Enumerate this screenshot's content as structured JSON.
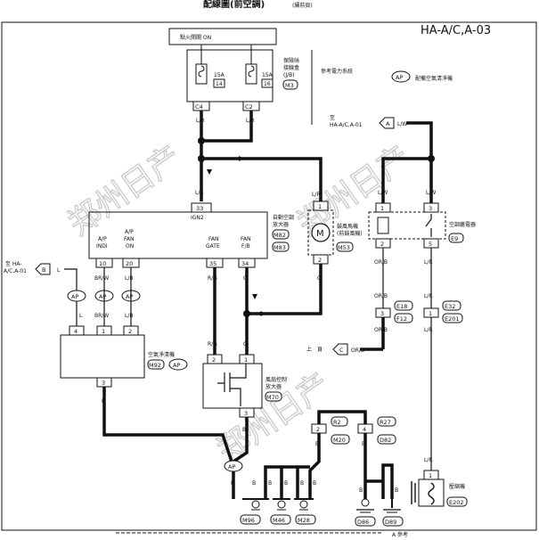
{
  "header": {
    "title": "配線圖(前空調)",
    "subtitle": "(續前頁)",
    "page_code": "HA-A/C,A-03"
  },
  "watermark": "郑州日产",
  "ignition_switch": "點火開關 ON",
  "fuse_block": {
    "label": "保險絲\n接線盒\n(J/B)",
    "code": "M3",
    "fuses": [
      {
        "amps": "15A",
        "num": "14"
      },
      {
        "amps": "15A",
        "num": "16"
      }
    ],
    "connectors": [
      "C4",
      "C2"
    ]
  },
  "power_note": "參考電力系統",
  "legend": {
    "tag": "AP",
    "text": "配備空氣清淨機"
  },
  "ref_top": {
    "text": "至\nHA-A/C,A-01",
    "tag": "A",
    "wire": "L/W"
  },
  "ref_left": {
    "text": "至 HA-\nA/C,A-01",
    "tag": "B",
    "wire": "L"
  },
  "ref_mid": {
    "text": "上　頁",
    "tag": "C",
    "wire": "OR/B"
  },
  "auto_amp": {
    "label": "自動空調\n放大器",
    "codes": [
      "M82",
      "M83"
    ],
    "ign": "IGN2",
    "pin_ign": "33",
    "pins": [
      {
        "name": "A/P\nINDI",
        "num": "10",
        "wire": "BR/W"
      },
      {
        "name": "A/P\nFAN\nON",
        "num": "20",
        "wire": "L/B"
      },
      {
        "name": "FAN\nGATE",
        "num": "35",
        "wire": "R/G"
      },
      {
        "name": "FAN\nF/B",
        "num": "34",
        "wire": "G"
      }
    ]
  },
  "blower": {
    "label": "鼓風馬機\n(前鼓風機)",
    "code": "M53",
    "pins": [
      "1",
      "2"
    ]
  },
  "relay": {
    "label": "空調繼電器",
    "code": "E9",
    "pins": [
      "1",
      "3",
      "2",
      "5"
    ]
  },
  "air_purifier": {
    "label": "空氣淨清機",
    "code": "M92",
    "pins": [
      "4",
      "1",
      "2",
      "3"
    ],
    "wires": [
      "L",
      "BR/W",
      "L/B"
    ]
  },
  "fan_ctrl": {
    "label": "風扇控制\n放大器",
    "code": "M70",
    "pins": [
      "2",
      "1",
      "3"
    ]
  },
  "connectors": {
    "e18": {
      "code": "E18",
      "pin": "3"
    },
    "f12": {
      "code": "F12",
      "pin": "3"
    },
    "e32": {
      "code": "E32",
      "pin": "1"
    },
    "e201": {
      "code": "E201",
      "pin": "1"
    },
    "r2": {
      "code": "R2",
      "pin": "2",
      "sub": "M20"
    },
    "r27": {
      "code": "R27",
      "pin": "4",
      "sub": "D82"
    }
  },
  "compressor": {
    "label": "壓縮機",
    "code": "E202",
    "pin": "1"
  },
  "grounds": [
    "M96",
    "M46",
    "M28",
    "D86",
    "D89"
  ],
  "wire_labels": {
    "lr": "L/R",
    "lw": "L/W",
    "g": "G",
    "orb": "OR/B",
    "b": "B",
    "rg": "R/G",
    "l": "L",
    "brw": "BR/W",
    "lb": "L/B"
  },
  "footer": "A 參考"
}
